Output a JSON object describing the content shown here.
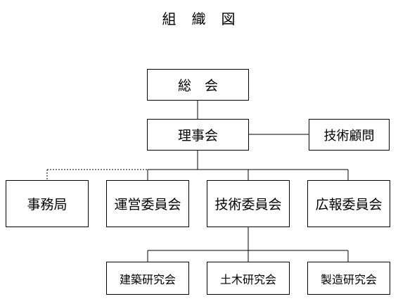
{
  "title": "組　織　図",
  "nodes": {
    "general_assembly": "総　会",
    "board": "理事会",
    "technical_advisor": "技術顧問",
    "secretariat": "事務局",
    "management_committee": "運営委員会",
    "technical_committee": "技術委員会",
    "pr_committee": "広報委員会",
    "architecture_group": "建築研究会",
    "civil_group": "土木研究会",
    "manufacturing_group": "製造研究会"
  },
  "colors": {
    "line": "#000000",
    "box_border": "#000000",
    "background": "#ffffff"
  }
}
